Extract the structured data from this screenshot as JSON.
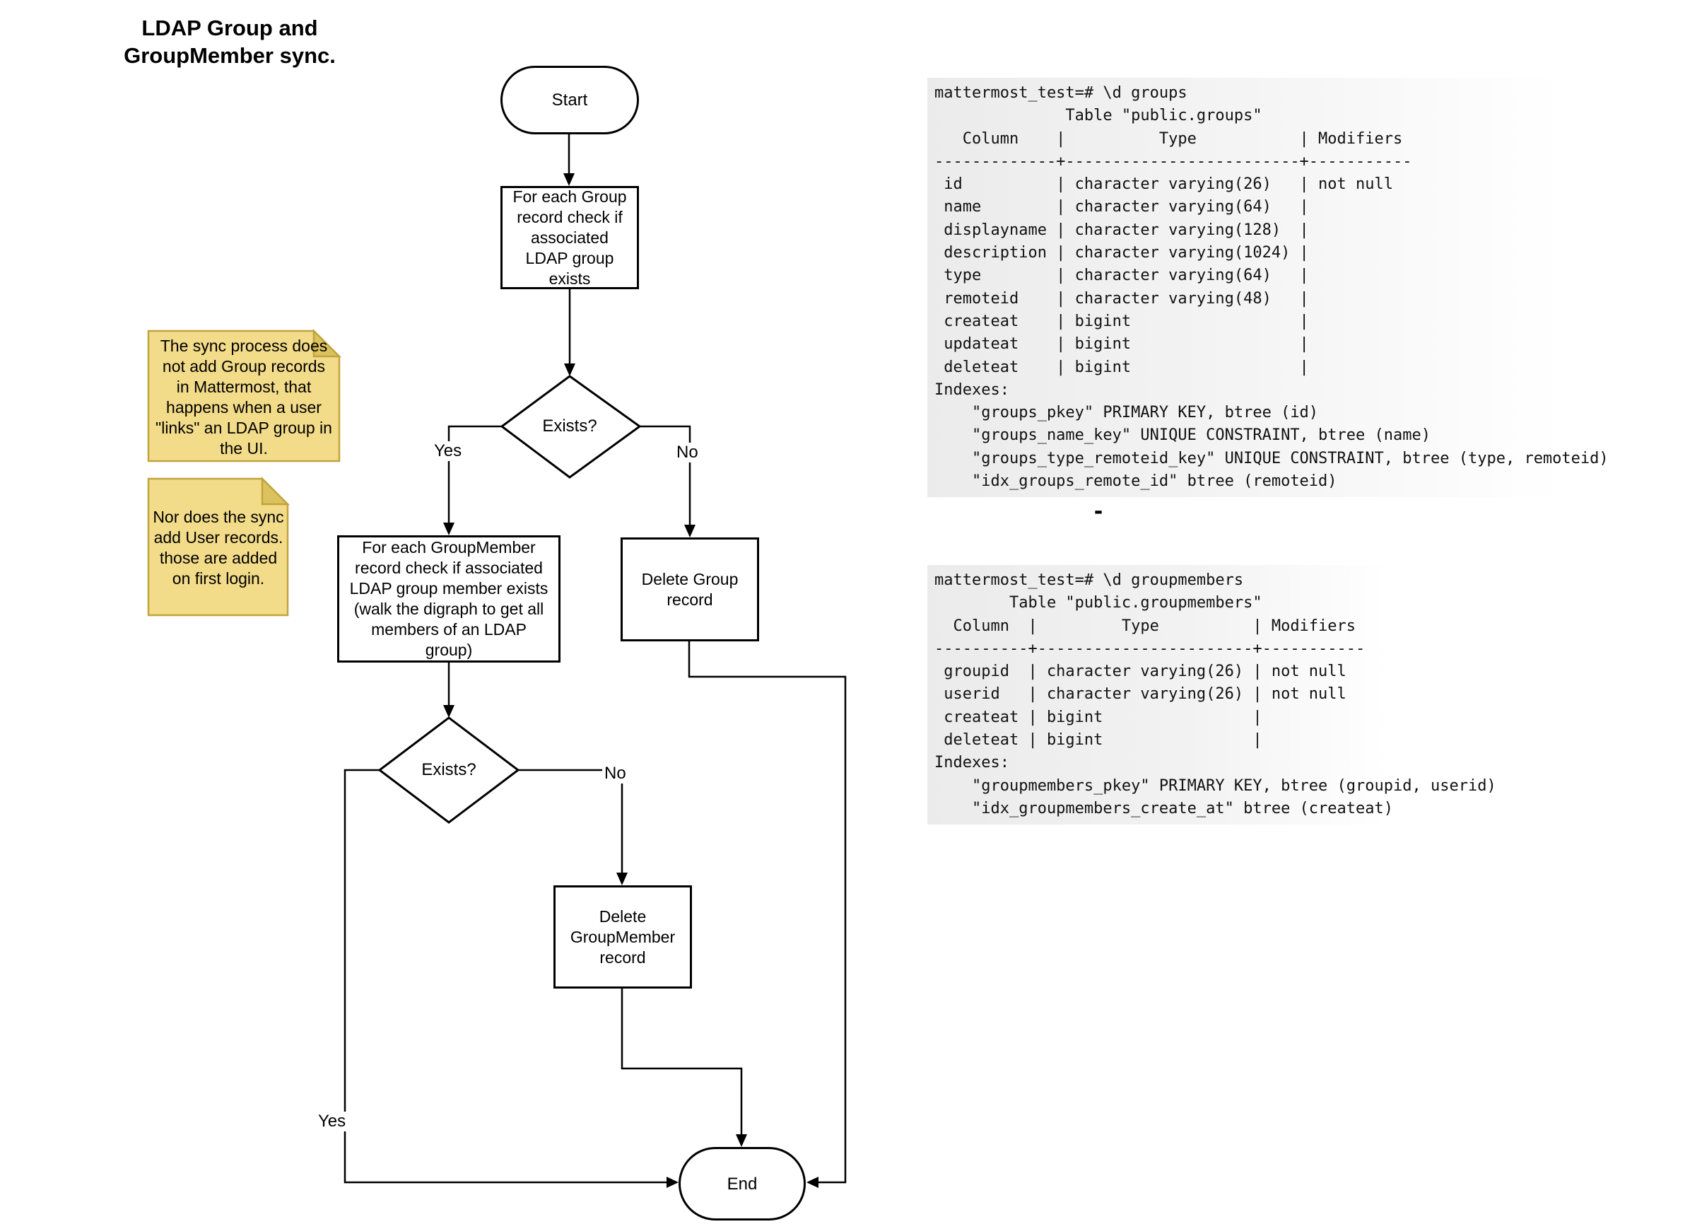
{
  "title": "LDAP Group and\nGroupMember sync.",
  "flowchart": {
    "start_label": "Start",
    "box_check_group": "For each Group record check if associated LDAP group exists",
    "decision1_label": "Exists?",
    "decision1_yes": "Yes",
    "decision1_no": "No",
    "box_check_groupmember": "For each GroupMember record check if associated LDAP group member exists (walk the digraph to get all members of an LDAP group)",
    "box_delete_group": "Delete Group record",
    "decision2_label": "Exists?",
    "decision2_yes": "Yes",
    "decision2_no": "No",
    "box_delete_groupmember": "Delete GroupMember record",
    "end_label": "End"
  },
  "notes": [
    {
      "text": "The sync process does not add Group records in Mattermost, that happens when a user \"links\" an LDAP group in the UI."
    },
    {
      "text": "Nor does the sync add User records. those are added on first login."
    }
  ],
  "terminals": {
    "groups_output": "mattermost_test=# \\d groups\n              Table \"public.groups\"\n   Column    |          Type           | Modifiers \n-------------+-------------------------+-----------\n id          | character varying(26)   | not null\n name        | character varying(64)   | \n displayname | character varying(128)  | \n description | character varying(1024) | \n type        | character varying(64)   | \n remoteid    | character varying(48)   | \n createat    | bigint                  | \n updateat    | bigint                  | \n deleteat    | bigint                  | \nIndexes:\n    \"groups_pkey\" PRIMARY KEY, btree (id)\n    \"groups_name_key\" UNIQUE CONSTRAINT, btree (name)\n    \"groups_type_remoteid_key\" UNIQUE CONSTRAINT, btree (type, remoteid)\n    \"idx_groups_remote_id\" btree (remoteid)",
    "cursor": "-",
    "groupmembers_output": "mattermost_test=# \\d groupmembers\n        Table \"public.groupmembers\"\n  Column  |         Type          | Modifiers \n----------+-----------------------+-----------\n groupid  | character varying(26) | not null\n userid   | character varying(26) | not null\n createat | bigint                | \n deleteat | bigint                | \nIndexes:\n    \"groupmembers_pkey\" PRIMARY KEY, btree (groupid, userid)\n    \"idx_groupmembers_create_at\" btree (createat)"
  },
  "colors": {
    "note_fill": "#F2DB89",
    "note_fold": "#DCC25E",
    "note_border": "#C2A33C",
    "line": "#000000",
    "terminal_bg": "#EBEBEB"
  }
}
